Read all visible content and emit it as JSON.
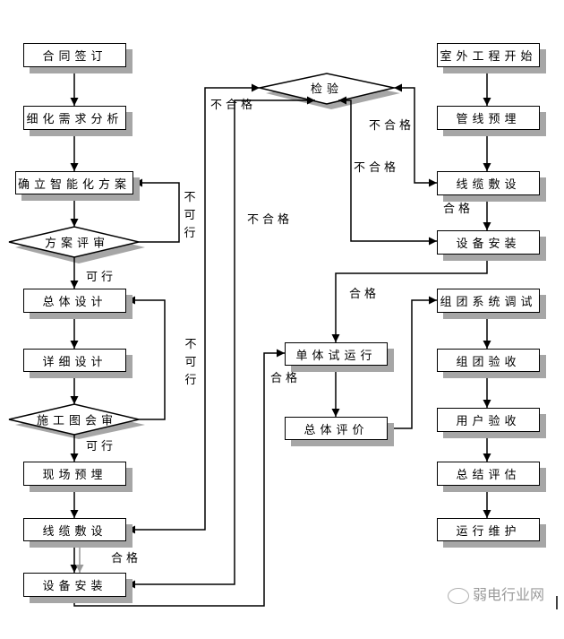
{
  "diagram": {
    "left_column": {
      "nodes": [
        {
          "id": "contract-sign",
          "label": "合同签订",
          "shape": "box"
        },
        {
          "id": "requirement-analysis",
          "label": "细化需求分析",
          "shape": "box"
        },
        {
          "id": "determine-plan",
          "label": "确立智能化方案",
          "shape": "box"
        },
        {
          "id": "plan-review",
          "label": "方案评审",
          "shape": "diamond"
        },
        {
          "id": "overall-design",
          "label": "总体设计",
          "shape": "box"
        },
        {
          "id": "detail-design",
          "label": "详细设计",
          "shape": "box"
        },
        {
          "id": "drawing-review",
          "label": "施工图会审",
          "shape": "diamond"
        },
        {
          "id": "onsite-embed",
          "label": "现场预埋",
          "shape": "box"
        },
        {
          "id": "cable-laying-left",
          "label": "线缆敷设",
          "shape": "box"
        },
        {
          "id": "equipment-install-left",
          "label": "设备安装",
          "shape": "box"
        }
      ]
    },
    "middle": {
      "nodes": [
        {
          "id": "inspection",
          "label": "检验",
          "shape": "diamond"
        },
        {
          "id": "unit-trial-run",
          "label": "单体试运行",
          "shape": "box"
        },
        {
          "id": "overall-evaluation",
          "label": "总体评价",
          "shape": "box"
        }
      ]
    },
    "right_column": {
      "nodes": [
        {
          "id": "outdoor-start",
          "label": "室外工程开始",
          "shape": "box"
        },
        {
          "id": "pipe-embed",
          "label": "管线预埋",
          "shape": "box"
        },
        {
          "id": "cable-laying-right",
          "label": "线缆敷设",
          "shape": "box"
        },
        {
          "id": "equipment-install-right",
          "label": "设备安装",
          "shape": "box"
        },
        {
          "id": "group-system-debug",
          "label": "组团系统调试",
          "shape": "box"
        },
        {
          "id": "group-acceptance",
          "label": "组团验收",
          "shape": "box"
        },
        {
          "id": "user-acceptance",
          "label": "用户验收",
          "shape": "box"
        },
        {
          "id": "summary-evaluation",
          "label": "总结评估",
          "shape": "box"
        },
        {
          "id": "operation-maintenance",
          "label": "运行维护",
          "shape": "box"
        }
      ]
    },
    "edge_labels": {
      "feasible_1": "可行",
      "feasible_2": "可行",
      "infeasible_1": "不可行",
      "infeasible_2": "不可行",
      "fail_1": "不合格",
      "fail_2": "不合格",
      "fail_3": "不合格",
      "fail_4": "不合格",
      "pass_left": "合格",
      "pass_right": "合格",
      "pass_mid": "合格",
      "pass_trial": "合格"
    },
    "edges": [
      {
        "from": "contract-sign",
        "to": "requirement-analysis"
      },
      {
        "from": "requirement-analysis",
        "to": "determine-plan"
      },
      {
        "from": "determine-plan",
        "to": "plan-review"
      },
      {
        "from": "plan-review",
        "to": "determine-plan",
        "label": "不可行"
      },
      {
        "from": "plan-review",
        "to": "overall-design",
        "label": "可行"
      },
      {
        "from": "overall-design",
        "to": "detail-design"
      },
      {
        "from": "detail-design",
        "to": "drawing-review"
      },
      {
        "from": "drawing-review",
        "to": "overall-design",
        "label": "不可行"
      },
      {
        "from": "drawing-review",
        "to": "onsite-embed",
        "label": "可行"
      },
      {
        "from": "onsite-embed",
        "to": "cable-laying-left"
      },
      {
        "from": "cable-laying-left",
        "to": "equipment-install-left",
        "label": "合格"
      },
      {
        "from": "inspection",
        "to": "cable-laying-left",
        "label": "不合格"
      },
      {
        "from": "inspection",
        "to": "equipment-install-left",
        "label": "不合格"
      },
      {
        "from": "inspection",
        "to": "cable-laying-right",
        "label": "不合格"
      },
      {
        "from": "inspection",
        "to": "equipment-install-right",
        "label": "不合格"
      },
      {
        "from": "equipment-install-left",
        "to": "unit-trial-run",
        "label": "合格"
      },
      {
        "from": "outdoor-start",
        "to": "pipe-embed"
      },
      {
        "from": "pipe-embed",
        "to": "cable-laying-right"
      },
      {
        "from": "cable-laying-right",
        "to": "equipment-install-right",
        "label": "合格"
      },
      {
        "from": "equipment-install-right",
        "to": "unit-trial-run",
        "label": "合格"
      },
      {
        "from": "unit-trial-run",
        "to": "overall-evaluation"
      },
      {
        "from": "overall-evaluation",
        "to": "group-system-debug"
      },
      {
        "from": "group-system-debug",
        "to": "group-acceptance"
      },
      {
        "from": "group-acceptance",
        "to": "user-acceptance"
      },
      {
        "from": "user-acceptance",
        "to": "summary-evaluation"
      },
      {
        "from": "summary-evaluation",
        "to": "operation-maintenance"
      }
    ]
  },
  "watermark": {
    "icon": "wechat-icon",
    "text": "弱电行业网"
  }
}
